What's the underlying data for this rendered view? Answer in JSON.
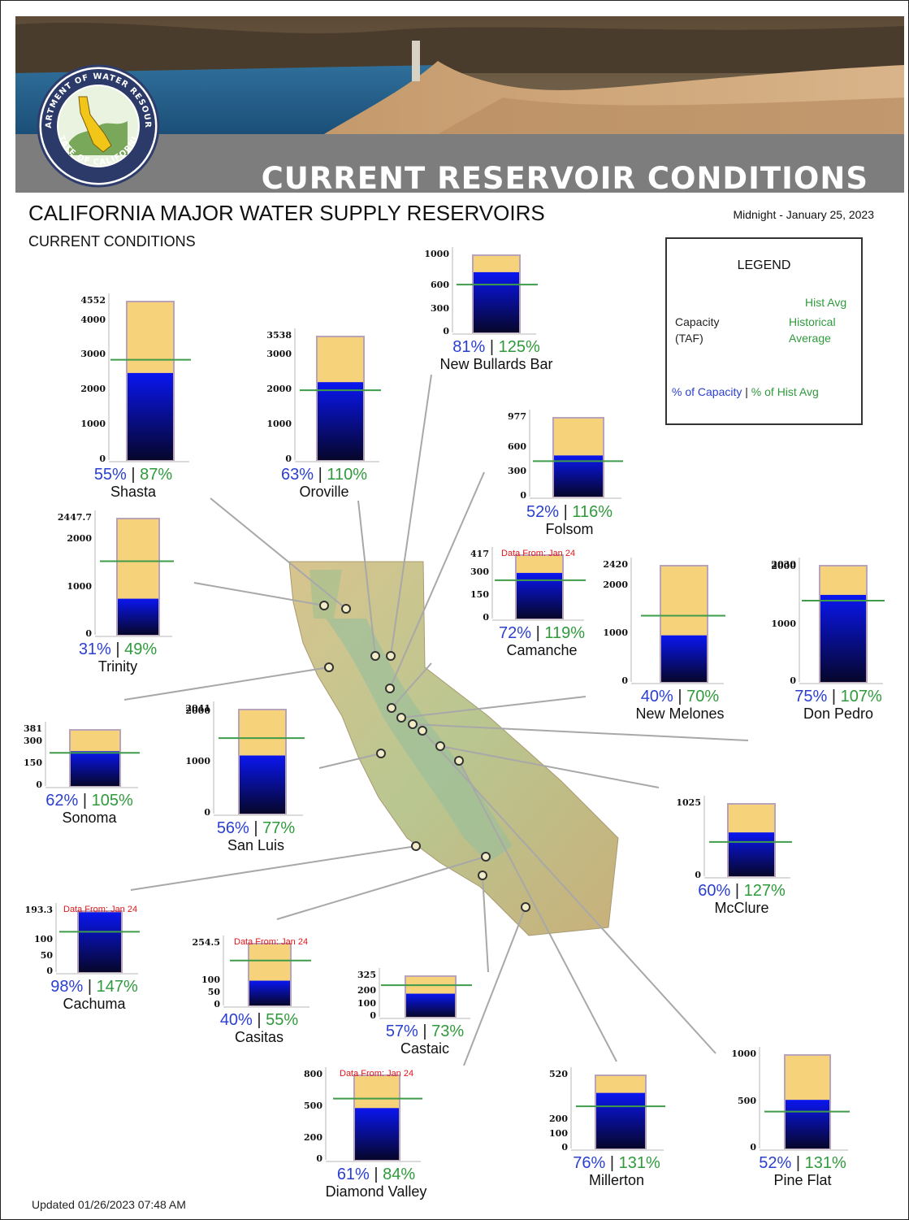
{
  "header": {
    "banner_title": "CURRENT RESERVOIR CONDITIONS",
    "main_title": "CALIFORNIA MAJOR WATER SUPPLY RESERVOIRS",
    "subtitle": "CURRENT CONDITIONS",
    "date": "Midnight - January 25, 2023",
    "seal_text_top": "DEPARTMENT OF WATER RESOURCES",
    "seal_text_bottom": "STATE OF CALIFORNIA"
  },
  "footer": {
    "updated": "Updated 01/26/2023 07:48 AM"
  },
  "legend": {
    "title": "LEGEND",
    "capacity_label_1": "Capacity",
    "capacity_label_2": "(TAF)",
    "hist_avg": "Hist Avg",
    "historical_1": "Historical",
    "historical_2": "Average",
    "pct_capacity": "% of Capacity",
    "separator": "|",
    "pct_hist": "% of Hist Avg"
  },
  "colors": {
    "capacity_fill": "#f6d27a",
    "storage_top": "#0a16f0",
    "storage_bottom": "#06062a",
    "hist_line": "#3e9c4a",
    "capacity_pct": "#2a3fd0",
    "hist_pct": "#2f9a3c",
    "note": "#e0161b"
  },
  "chart_data": {
    "type": "bar",
    "units": "TAF",
    "series": [
      {
        "name": "Capacity"
      },
      {
        "name": "Historical Average"
      },
      {
        "name": "% of Capacity"
      },
      {
        "name": "% of Hist Avg"
      }
    ],
    "reservoirs": [
      {
        "name": "Shasta",
        "capacity": 4552,
        "storage": 2500,
        "hist_avg": 2880,
        "pct_capacity": "55%",
        "pct_hist": "87%",
        "ticks": [
          4552,
          4000,
          3000,
          2000,
          1000,
          0
        ],
        "note": ""
      },
      {
        "name": "Oroville",
        "capacity": 3538,
        "storage": 2230,
        "hist_avg": 2000,
        "pct_capacity": "63%",
        "pct_hist": "110%",
        "ticks": [
          3538,
          3000,
          2000,
          1000,
          0
        ],
        "note": ""
      },
      {
        "name": "New Bullards Bar",
        "capacity": 1000,
        "storage": 780,
        "hist_avg": 620,
        "pct_capacity": "81%",
        "pct_hist": "125%",
        "ticks": [
          1000,
          600,
          300,
          0
        ],
        "note": ""
      },
      {
        "name": "Folsom",
        "capacity": 977,
        "storage": 510,
        "hist_avg": 440,
        "pct_capacity": "52%",
        "pct_hist": "116%",
        "ticks": [
          977,
          600,
          300,
          0
        ],
        "note": ""
      },
      {
        "name": "Trinity",
        "capacity": 2447.7,
        "storage": 760,
        "hist_avg": 1550,
        "pct_capacity": "31%",
        "pct_hist": "49%",
        "ticks": [
          2447.7,
          2000,
          1000,
          0
        ],
        "note": ""
      },
      {
        "name": "Camanche",
        "capacity": 417,
        "storage": 300,
        "hist_avg": 252,
        "pct_capacity": "72%",
        "pct_hist": "119%",
        "ticks": [
          417,
          300,
          150,
          0
        ],
        "note": "Data From: Jan 24"
      },
      {
        "name": "New Melones",
        "capacity": 2420,
        "storage": 970,
        "hist_avg": 1380,
        "pct_capacity": "40%",
        "pct_hist": "70%",
        "ticks": [
          2420,
          2000,
          1000,
          0
        ],
        "note": ""
      },
      {
        "name": "Don Pedro",
        "capacity": 2030,
        "storage": 1520,
        "hist_avg": 1420,
        "pct_capacity": "75%",
        "pct_hist": "107%",
        "ticks": [
          2030,
          2000,
          1000,
          0
        ],
        "note": ""
      },
      {
        "name": "Sonoma",
        "capacity": 381,
        "storage": 236,
        "hist_avg": 225,
        "pct_capacity": "62%",
        "pct_hist": "105%",
        "ticks": [
          381,
          300,
          150,
          0
        ],
        "note": ""
      },
      {
        "name": "San Luis",
        "capacity": 2041,
        "storage": 1140,
        "hist_avg": 1480,
        "pct_capacity": "56%",
        "pct_hist": "77%",
        "ticks": [
          2041,
          2000,
          1000,
          0
        ],
        "note": ""
      },
      {
        "name": "McClure",
        "capacity": 1025,
        "storage": 620,
        "hist_avg": 485,
        "pct_capacity": "60%",
        "pct_hist": "127%",
        "ticks": [
          1025,
          0
        ],
        "note": ""
      },
      {
        "name": "Cachuma",
        "capacity": 193.3,
        "storage": 190,
        "hist_avg": 128,
        "pct_capacity": "98%",
        "pct_hist": "147%",
        "ticks": [
          193.3,
          100,
          50,
          0
        ],
        "note": "Data From: Jan 24"
      },
      {
        "name": "Casitas",
        "capacity": 254.5,
        "storage": 102,
        "hist_avg": 185,
        "pct_capacity": "40%",
        "pct_hist": "55%",
        "ticks": [
          254.5,
          100,
          50,
          0
        ],
        "note": "Data From: Jan 24"
      },
      {
        "name": "Castaic",
        "capacity": 325,
        "storage": 185,
        "hist_avg": 253,
        "pct_capacity": "57%",
        "pct_hist": "73%",
        "ticks": [
          325,
          200,
          100,
          0
        ],
        "note": ""
      },
      {
        "name": "Diamond Valley",
        "capacity": 800,
        "storage": 490,
        "hist_avg": 580,
        "pct_capacity": "61%",
        "pct_hist": "84%",
        "ticks": [
          800,
          500,
          200,
          0
        ],
        "note": "Data From: Jan 24"
      },
      {
        "name": "Millerton",
        "capacity": 520,
        "storage": 395,
        "hist_avg": 300,
        "pct_capacity": "76%",
        "pct_hist": "131%",
        "ticks": [
          520,
          200,
          100,
          0
        ],
        "note": ""
      },
      {
        "name": "Pine Flat",
        "capacity": 1000,
        "storage": 520,
        "hist_avg": 395,
        "pct_capacity": "52%",
        "pct_hist": "131%",
        "ticks": [
          1000,
          500,
          0
        ],
        "note": ""
      }
    ]
  }
}
